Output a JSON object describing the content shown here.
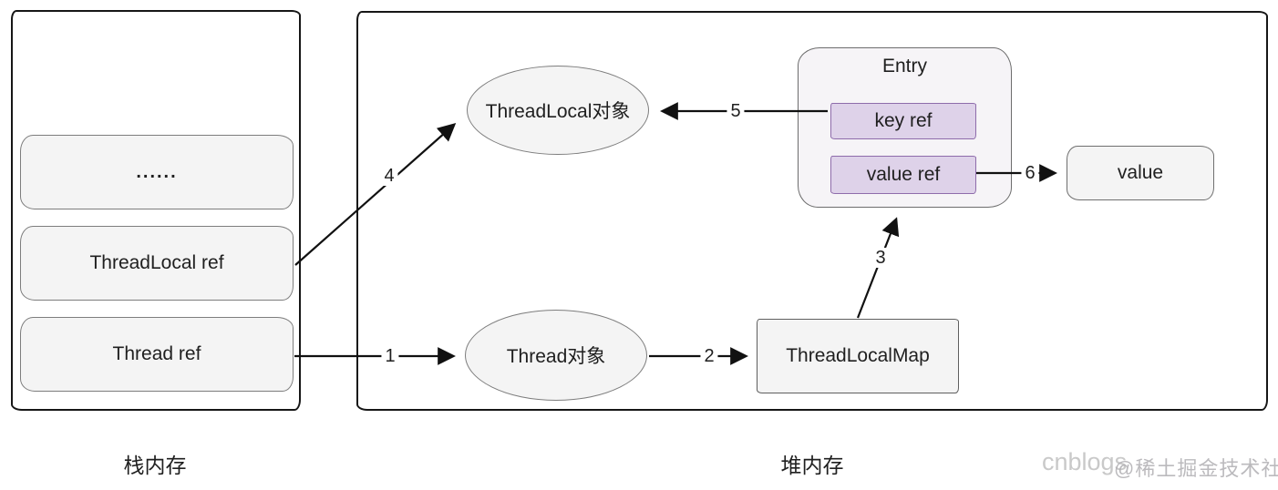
{
  "diagram": {
    "stack_region": {
      "label": "栈内存",
      "frames": [
        {
          "label": "......"
        },
        {
          "label": "ThreadLocal ref"
        },
        {
          "label": "Thread ref"
        }
      ]
    },
    "heap_region": {
      "label": "堆内存",
      "nodes": {
        "threadlocal_object": {
          "label": "ThreadLocal对象"
        },
        "thread_object": {
          "label": "Thread对象"
        },
        "threadlocal_map": {
          "label": "ThreadLocalMap"
        },
        "entry": {
          "title": "Entry",
          "key_ref": "key ref",
          "value_ref": "value ref"
        },
        "value": {
          "label": "value"
        }
      }
    },
    "arrows": [
      {
        "label": "1",
        "from": "Thread ref",
        "to": "Thread对象"
      },
      {
        "label": "2",
        "from": "Thread对象",
        "to": "ThreadLocalMap"
      },
      {
        "label": "3",
        "from": "ThreadLocalMap",
        "to": "Entry"
      },
      {
        "label": "4",
        "from": "ThreadLocal ref",
        "to": "ThreadLocal对象"
      },
      {
        "label": "5",
        "from": "key ref",
        "to": "ThreadLocal对象"
      },
      {
        "label": "6",
        "from": "value ref",
        "to": "value"
      }
    ]
  },
  "watermark": {
    "site": "cnblogs",
    "overlay": "@稀土掘金技术社区"
  },
  "colors": {
    "node_fill": "#f4f4f4",
    "node_border": "#7d7d7d",
    "outer_border": "#161616",
    "purple_fill": "#ded2e9",
    "purple_border": "#8e6cab",
    "arrow": "#111111",
    "watermark_gray": "#c9c9c9"
  }
}
